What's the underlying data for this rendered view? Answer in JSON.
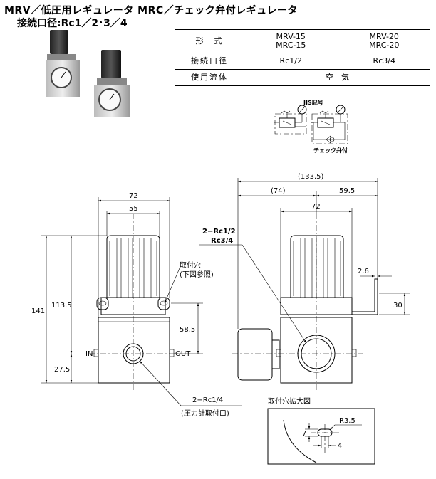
{
  "title": "MRV／低圧用レギュレータ MRC／チェック弁付レギュレータ",
  "subtitle": "接続口径:Rc1／2･3／4",
  "spec_table": {
    "model_label": "形　式",
    "model_a": "MRV-15\nMRC-15",
    "model_b": "MRV-20\nMRC-20",
    "port_label": "接続口径",
    "port_a": "Rc1/2",
    "port_b": "Rc3/4",
    "fluid_label": "使用流体",
    "fluid_value": "空　気"
  },
  "symbol": {
    "title": "JIS記号",
    "check_label": "チェック弁付"
  },
  "front_view": {
    "dim_width": "72",
    "dim_inner": "55",
    "dim_total_height": "141",
    "dim_height": "113.5",
    "dim_port_height": "58.5",
    "dim_bottom": "27.5",
    "label_in": "IN",
    "label_out": "OUT",
    "mount_hole_label": "取付穴",
    "mount_hole_ref": "(下図参照)",
    "gauge_port": "2−Rc1/4",
    "gauge_port_note": "(圧力計取付口)"
  },
  "side_view": {
    "dim_overall": "(133.5)",
    "dim_left": "(74)",
    "dim_right": "59.5",
    "dim_body": "72",
    "port_callout_1": "2−Rc1/2",
    "port_callout_2": "Rc3/4",
    "dim_bracket_thick": "2.6",
    "dim_bracket_height": "30"
  },
  "detail": {
    "title": "取付穴拡大図",
    "dim_radius": "R3.5",
    "dim_slot": "7",
    "dim_offset": "4"
  }
}
